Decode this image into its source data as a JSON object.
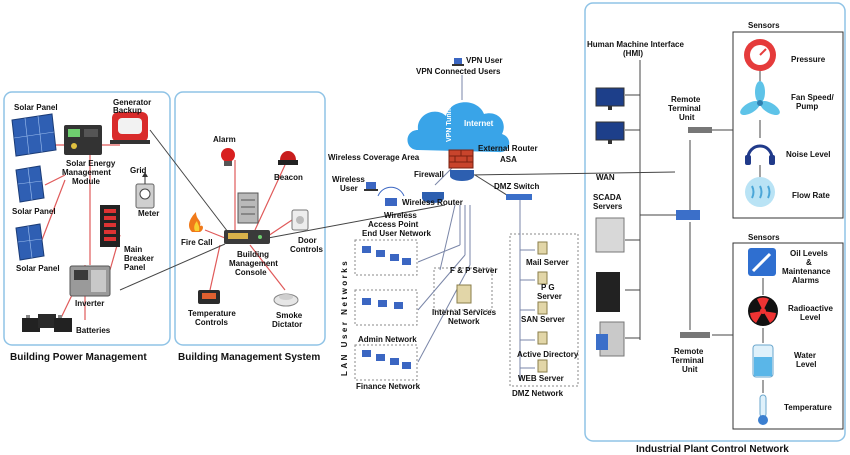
{
  "sections": {
    "power": "Building Power Management",
    "bms": "Building Management System",
    "plant": "Industrial Plant Control Network",
    "dmz": "DMZ Network",
    "lan_vertical": "LAN User Networks"
  },
  "power": {
    "solar_panel_1": "Solar Panel",
    "solar_panel_2": "Solar Panel",
    "solar_panel_3": "Solar Panel",
    "generator": [
      "Generator",
      "Backup"
    ],
    "solar_module": [
      "Solar Energy",
      "Management",
      "Module"
    ],
    "grid": "Grid",
    "meter": "Meter",
    "breaker": [
      "Main",
      "Breaker",
      "Panel"
    ],
    "inverter": "Inverter",
    "batteries": "Batteries"
  },
  "bms": {
    "alarm": "Alarm",
    "beacon": "Beacon",
    "fire_call": "Fire Call",
    "console": [
      "Building",
      "Management",
      "Console"
    ],
    "door": [
      "Door",
      "Controls"
    ],
    "temp": [
      "Temperature",
      "Controls"
    ],
    "smoke": [
      "Smoke",
      "Dictator"
    ]
  },
  "network": {
    "vpn_user": "VPN User",
    "vpn_connected": "VPN Connected Users",
    "vpn_tunnel": "VPN Tunnel",
    "internet": "Internet",
    "external_router": "External Router",
    "asa": "ASA",
    "firewall": "Firewall",
    "wireless_area": "Wireless Coverage Area",
    "wireless_user": [
      "Wireless",
      "User"
    ],
    "wireless_router": "Wireless Router",
    "access_point": [
      "Wireless",
      "Access Point"
    ],
    "end_user": "End User Network",
    "dmz_switch": "DMZ Switch",
    "wan": "WAN",
    "fp_server": "F & P Server",
    "internal_services": [
      "Internal Services",
      "Network"
    ],
    "admin": "Admin Network",
    "finance": "Finance Network",
    "mail": "Mail Server",
    "pg": [
      "P G",
      "Server"
    ],
    "san": "SAN Server",
    "ad": "Active Directory",
    "web": "WEB Server"
  },
  "plant": {
    "hmi": [
      "Human Machine Interface",
      "(HMI)"
    ],
    "rtu": [
      "Remote",
      "Terminal",
      "Unit"
    ],
    "scada": [
      "SCADA",
      "Servers"
    ],
    "sensors_1": "Sensors",
    "sensors_2": "Sensors",
    "pressure": "Pressure",
    "fan": [
      "Fan Speed/",
      "Pump"
    ],
    "noise": "Noise Level",
    "flow": "Flow Rate",
    "oil": [
      "Oil Levels",
      "&",
      "Maintenance",
      "Alarms"
    ],
    "radio": [
      "Radioactive",
      "Level"
    ],
    "water": [
      "Water",
      "Level"
    ],
    "temperature": "Temperature"
  },
  "colors": {
    "frame": "#8fc3e6",
    "power_line": "#e05a5a",
    "data_line": "#555555",
    "net_line": "#9aa7c7"
  }
}
